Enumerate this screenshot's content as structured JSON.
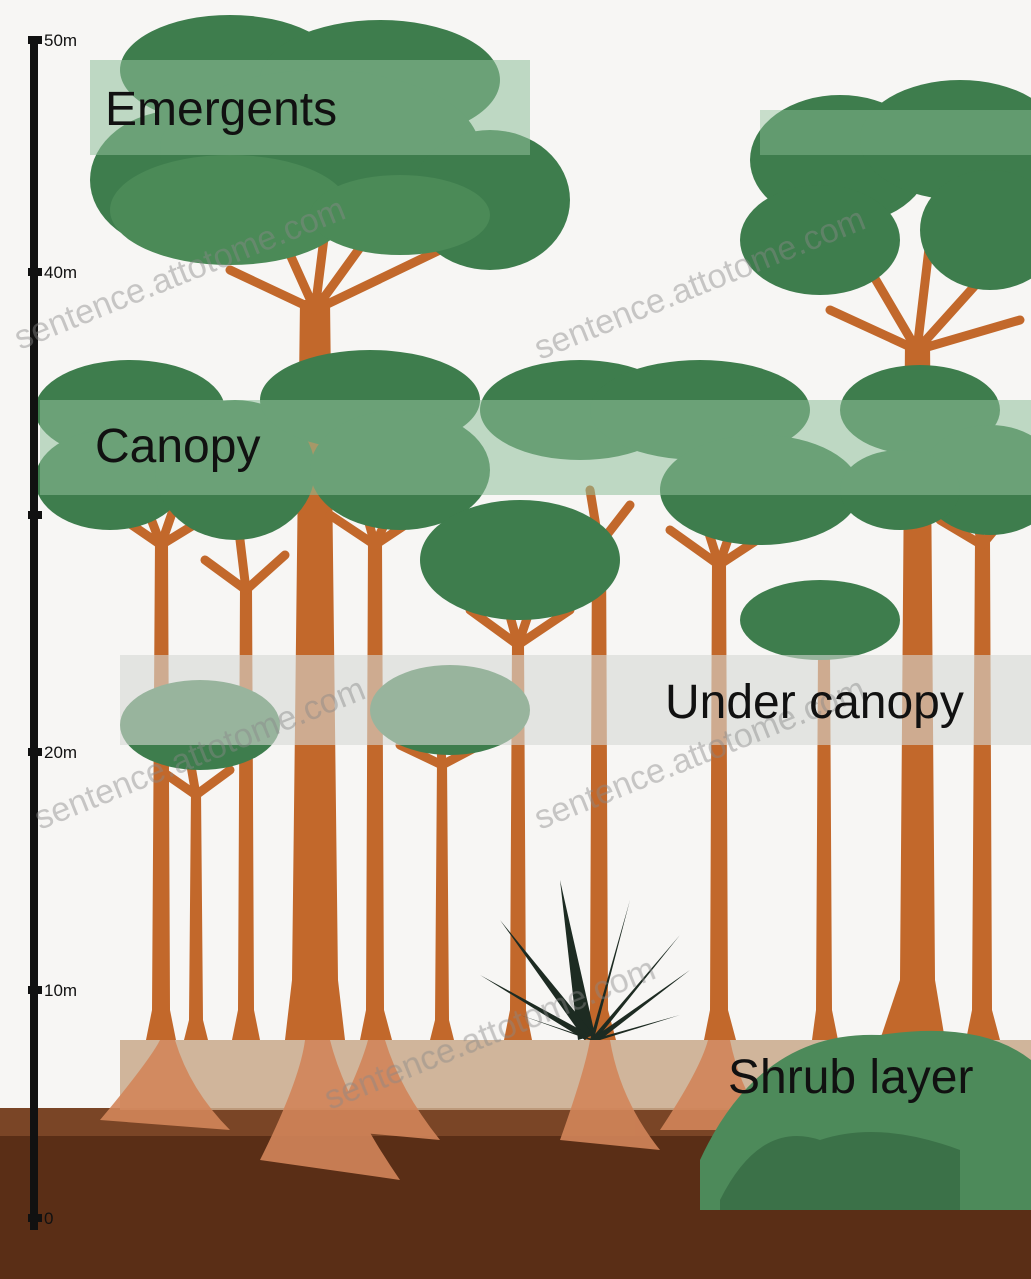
{
  "scale": {
    "ticks": [
      {
        "label": "50m"
      },
      {
        "label": "40m"
      },
      {
        "label": ""
      },
      {
        "label": "20m"
      },
      {
        "label": "10m"
      },
      {
        "label": "0"
      }
    ]
  },
  "layers": {
    "emergents": "Emergents",
    "canopy": "Canopy",
    "under_canopy": "Under canopy",
    "shrub": "Shrub layer"
  },
  "watermark": "sentence.attotome.com",
  "colors": {
    "sky": "#f7f6f4",
    "trunk": "#c2682b",
    "foliage_dark": "#3e7d4d",
    "foliage_mid": "#5b9a62",
    "band_green": "#6fa27a",
    "band_tan": "#c9a98b",
    "soil": "#5a2e16",
    "root": "#d2855a",
    "label_bg": "#9aa9a3"
  }
}
